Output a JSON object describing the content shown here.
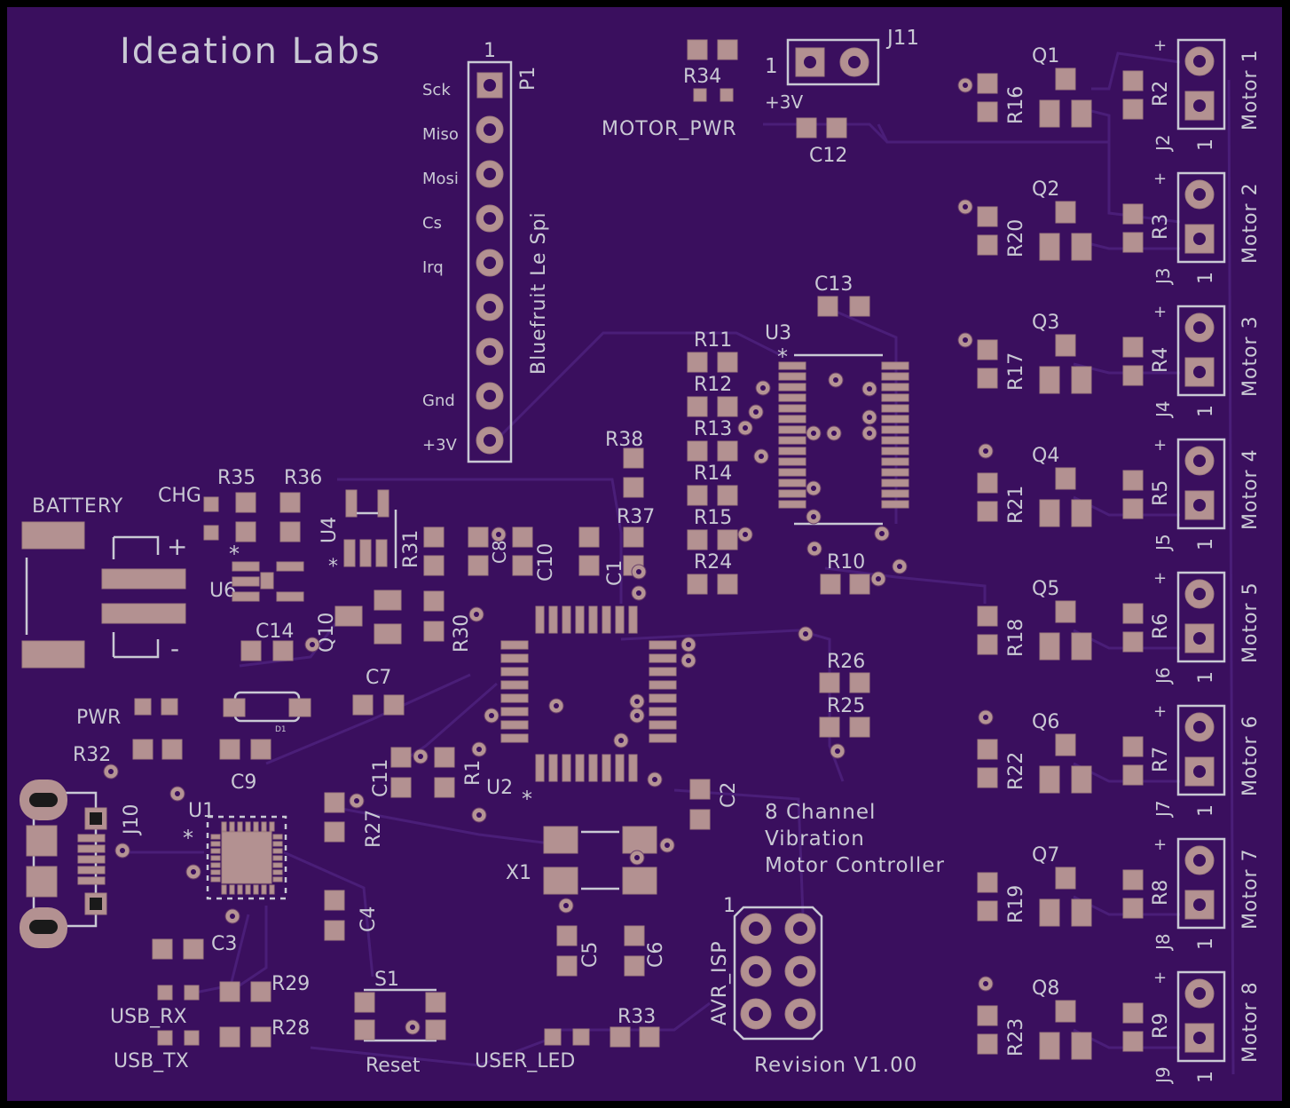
{
  "board": {
    "brand": "Ideation Labs",
    "title_lines": [
      "8 Channel",
      "Vibration",
      "Motor Controller"
    ],
    "revision": "Revision V1.00",
    "colors": {
      "substrate": "#3a0f5e",
      "silkscreen": "#c9c9d4",
      "copper_pad": "#b39191",
      "edge": "#000000"
    }
  },
  "header_p1": {
    "ref": "P1",
    "pin1": "1",
    "name": "Bluefruit Le Spi",
    "pins": [
      "Sck",
      "Miso",
      "Mosi",
      "Cs",
      "Irq",
      "",
      "",
      "Gnd",
      "+3V"
    ]
  },
  "j11": {
    "ref": "J11",
    "pin1": "1",
    "label": "+3V"
  },
  "motor_pwr": "MOTOR_PWR",
  "motors": [
    {
      "q": "Q1",
      "r_gate": "R16",
      "r_led": "R2",
      "j": "J2",
      "name": "Motor 1"
    },
    {
      "q": "Q2",
      "r_gate": "R20",
      "r_led": "R3",
      "j": "J3",
      "name": "Motor 2"
    },
    {
      "q": "Q3",
      "r_gate": "R17",
      "r_led": "R4",
      "j": "J4",
      "name": "Motor 3"
    },
    {
      "q": "Q4",
      "r_gate": "R21",
      "r_led": "R5",
      "j": "J5",
      "name": "Motor 4"
    },
    {
      "q": "Q5",
      "r_gate": "R18",
      "r_led": "R6",
      "j": "J6",
      "name": "Motor 5"
    },
    {
      "q": "Q6",
      "r_gate": "R22",
      "r_led": "R7",
      "j": "J7",
      "name": "Motor 6"
    },
    {
      "q": "Q7",
      "r_gate": "R19",
      "r_led": "R8",
      "j": "J8",
      "name": "Motor 7"
    },
    {
      "q": "Q8",
      "r_gate": "R23",
      "r_led": "R9",
      "j": "J9",
      "name": "Motor 8"
    }
  ],
  "motor_plus": "+",
  "motor_one": "1",
  "labels": {
    "battery": "BATTERY",
    "chg": "CHG",
    "pwr": "PWR",
    "usb_rx": "USB_RX",
    "usb_tx": "USB_TX",
    "reset": "Reset",
    "user_led": "USER_LED",
    "avr_isp": "AVR_ISP",
    "avr_pin1": "1",
    "plus": "+",
    "minus": "-",
    "star": "*"
  },
  "refs": {
    "r34": "R34",
    "c12": "C12",
    "c13": "C13",
    "u3": "U3",
    "r11": "R11",
    "r12": "R12",
    "r13": "R13",
    "r14": "R14",
    "r15": "R15",
    "r24": "R24",
    "r10": "R10",
    "r38": "R38",
    "r37": "R37",
    "c1": "C1",
    "c10": "C10",
    "c8": "C8",
    "r31": "R31",
    "u4": "U4",
    "r35": "R35",
    "r36": "R36",
    "u6": "U6",
    "c14": "C14",
    "q10": "Q10",
    "r30": "R30",
    "c7": "C7",
    "d1": "D1",
    "r32": "R32",
    "c9": "C9",
    "j10": "J10",
    "u1": "U1",
    "c3": "C3",
    "c4": "C4",
    "r27": "R27",
    "c11": "C11",
    "r1": "R1",
    "u2": "U2",
    "c2": "C2",
    "r26": "R26",
    "r25": "R25",
    "x1": "X1",
    "c5": "C5",
    "c6": "C6",
    "r29": "R29",
    "r28": "R28",
    "s1": "S1",
    "r33": "R33"
  }
}
